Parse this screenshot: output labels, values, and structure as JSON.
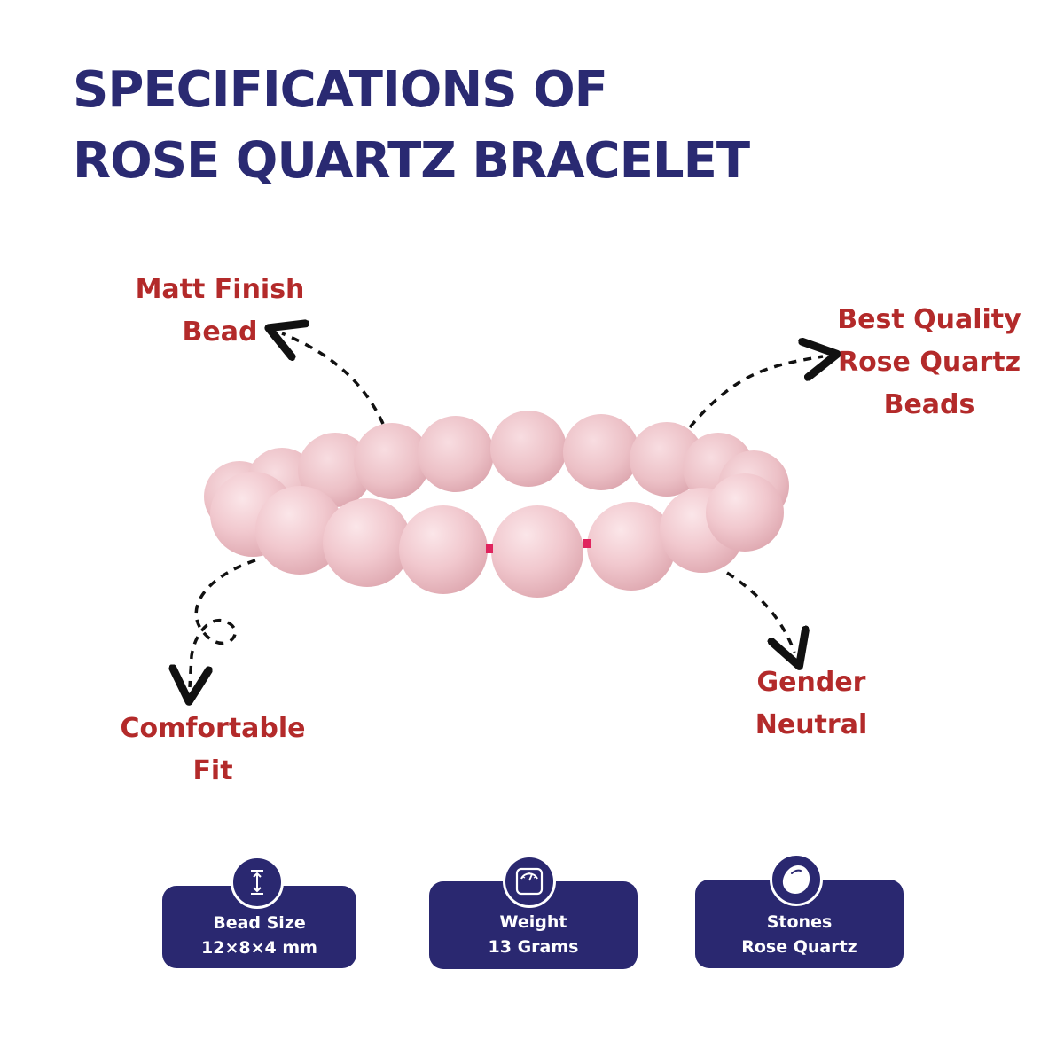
{
  "title": {
    "line1": "SPECIFICATIONS OF",
    "line2": "ROSE QUARTZ BRACELET"
  },
  "callouts": {
    "matt_finish": {
      "line1": "Matt Finish",
      "line2": "Bead"
    },
    "best_quality": {
      "line1": "Best Quality",
      "line2": "Rose Quartz",
      "line3": "Beads"
    },
    "comfortable_fit": {
      "line1": "Comfortable",
      "line2": "Fit"
    },
    "gender_neutral": {
      "line1": "Gender",
      "line2": "Neutral"
    }
  },
  "specs": {
    "bead_size": {
      "label": "Bead Size",
      "value": "12×8×4 mm",
      "icon": "measure-icon"
    },
    "weight": {
      "label": "Weight",
      "value": "13 Grams",
      "icon": "scale-icon"
    },
    "stones": {
      "label": "Stones",
      "value": "Rose Quartz",
      "icon": "gemstone-icon"
    }
  },
  "colors": {
    "title": "#2a2a72",
    "callout_text": "#b32a2a",
    "spec_box": "#2a2870",
    "bead_pink": "#f0c6cc",
    "string_red": "#e0245e"
  },
  "product_image": "rose-quartz-bracelet-photo"
}
